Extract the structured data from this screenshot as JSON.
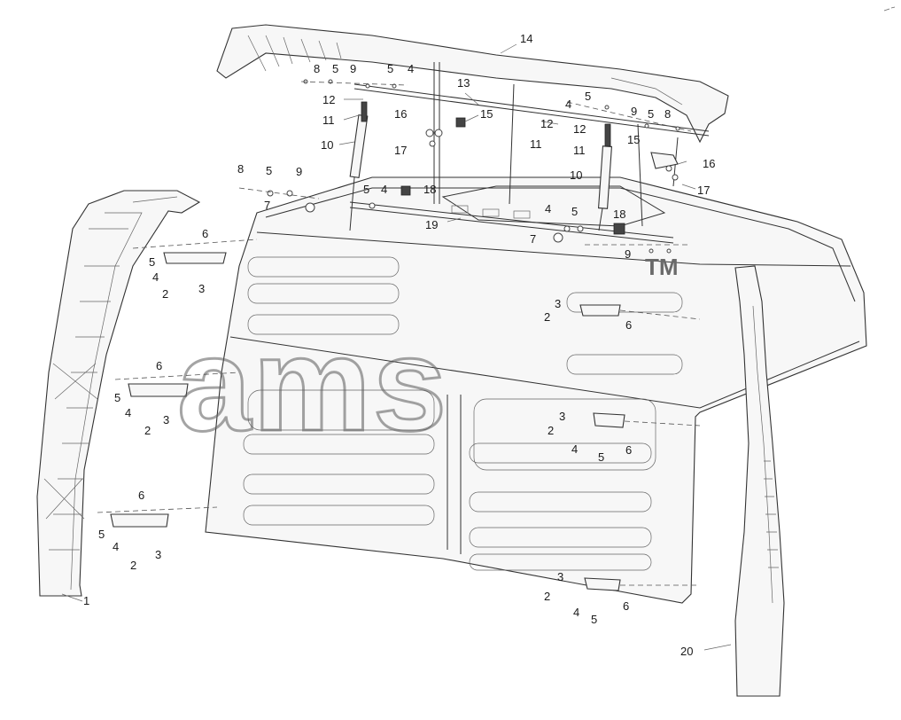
{
  "watermark": {
    "text": "ams",
    "trademark": "TM"
  },
  "callouts": [
    {
      "id": "c14",
      "text": "14"
    },
    {
      "id": "c8a",
      "text": "8"
    },
    {
      "id": "c5a",
      "text": "5"
    },
    {
      "id": "c9a",
      "text": "9"
    },
    {
      "id": "c5b",
      "text": "5"
    },
    {
      "id": "c4a",
      "text": "4"
    },
    {
      "id": "c13",
      "text": "13"
    },
    {
      "id": "c12a",
      "text": "12"
    },
    {
      "id": "c11a",
      "text": "11"
    },
    {
      "id": "c10a",
      "text": "10"
    },
    {
      "id": "c16a",
      "text": "16"
    },
    {
      "id": "c15a",
      "text": "15"
    },
    {
      "id": "c17a",
      "text": "17"
    },
    {
      "id": "c12b",
      "text": "12"
    },
    {
      "id": "c11b",
      "text": "11"
    },
    {
      "id": "c5c",
      "text": "5"
    },
    {
      "id": "c4b",
      "text": "4"
    },
    {
      "id": "c12c",
      "text": "12"
    },
    {
      "id": "c11c",
      "text": "11"
    },
    {
      "id": "c9b",
      "text": "9"
    },
    {
      "id": "c5d",
      "text": "5"
    },
    {
      "id": "c8b",
      "text": "8"
    },
    {
      "id": "c15b",
      "text": "15"
    },
    {
      "id": "c16b",
      "text": "16"
    },
    {
      "id": "c17b",
      "text": "17"
    },
    {
      "id": "c10b",
      "text": "10"
    },
    {
      "id": "c8c",
      "text": "8"
    },
    {
      "id": "c5e",
      "text": "5"
    },
    {
      "id": "c9c",
      "text": "9"
    },
    {
      "id": "c5f",
      "text": "5"
    },
    {
      "id": "c4c",
      "text": "4"
    },
    {
      "id": "c18a",
      "text": "18"
    },
    {
      "id": "c7a",
      "text": "7"
    },
    {
      "id": "c4d",
      "text": "4"
    },
    {
      "id": "c5g",
      "text": "5"
    },
    {
      "id": "c18b",
      "text": "18"
    },
    {
      "id": "c19",
      "text": "19"
    },
    {
      "id": "c7b",
      "text": "7"
    },
    {
      "id": "c9d",
      "text": "9"
    },
    {
      "id": "c6a",
      "text": "6"
    },
    {
      "id": "c5h",
      "text": "5"
    },
    {
      "id": "c4e",
      "text": "4"
    },
    {
      "id": "c3a",
      "text": "3"
    },
    {
      "id": "c2a",
      "text": "2"
    },
    {
      "id": "c6b",
      "text": "6"
    },
    {
      "id": "c5i",
      "text": "5"
    },
    {
      "id": "c4f",
      "text": "4"
    },
    {
      "id": "c3b",
      "text": "3"
    },
    {
      "id": "c2b",
      "text": "2"
    },
    {
      "id": "c6c",
      "text": "6"
    },
    {
      "id": "c5j",
      "text": "5"
    },
    {
      "id": "c4g",
      "text": "4"
    },
    {
      "id": "c3c",
      "text": "3"
    },
    {
      "id": "c2c",
      "text": "2"
    },
    {
      "id": "c3d",
      "text": "3"
    },
    {
      "id": "c2d",
      "text": "2"
    },
    {
      "id": "c6d",
      "text": "6"
    },
    {
      "id": "c3e",
      "text": "3"
    },
    {
      "id": "c2e",
      "text": "2"
    },
    {
      "id": "c4h",
      "text": "4"
    },
    {
      "id": "c5k",
      "text": "5"
    },
    {
      "id": "c6e",
      "text": "6"
    },
    {
      "id": "c3f",
      "text": "3"
    },
    {
      "id": "c2f",
      "text": "2"
    },
    {
      "id": "c4i",
      "text": "4"
    },
    {
      "id": "c5l",
      "text": "5"
    },
    {
      "id": "c6f",
      "text": "6"
    },
    {
      "id": "c1",
      "text": "1"
    },
    {
      "id": "c20",
      "text": "20"
    }
  ]
}
